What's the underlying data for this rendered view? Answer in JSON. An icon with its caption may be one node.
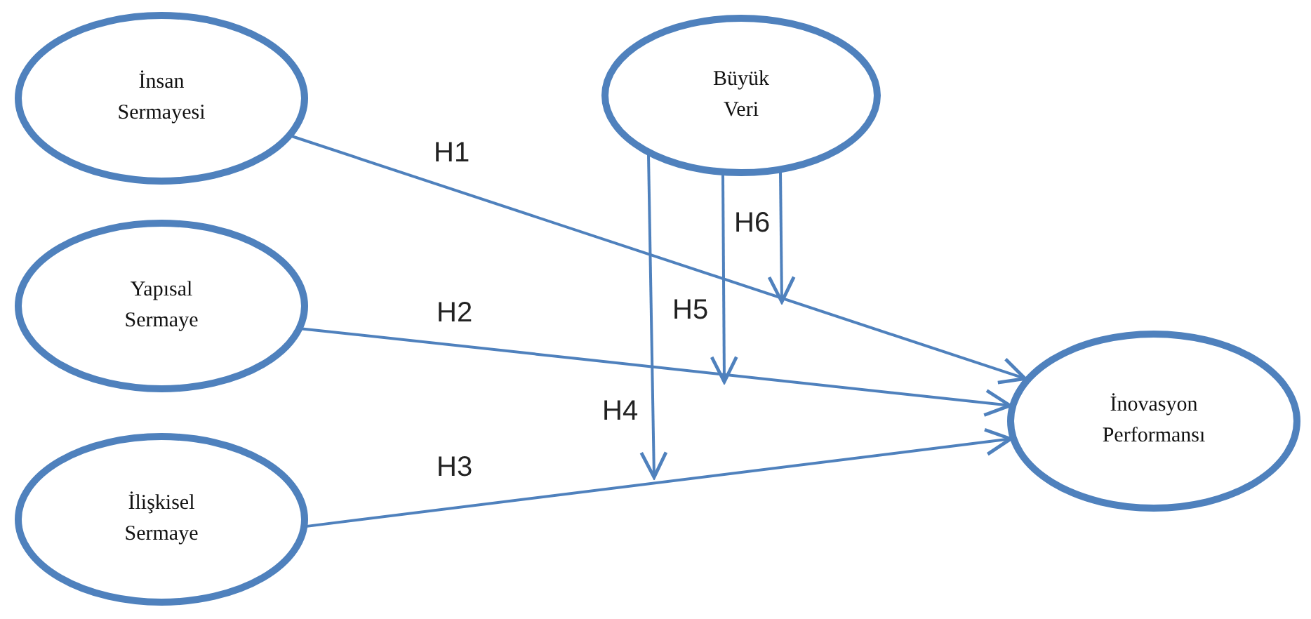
{
  "diagram": {
    "nodes": [
      {
        "text": [
          "İnsan Sermayesi"
        ]
      },
      {
        "text": [
          "Büyük Veri"
        ]
      },
      {
        "text": [
          "Yapısal Sermaye"
        ]
      },
      {
        "text": [
          "İlişkisel Sermaye"
        ]
      },
      {
        "text": [
          "İnovasyon Performansı"
        ]
      }
    ],
    "edges": [
      {
        "from": 0,
        "to": 4,
        "arrow": "to",
        "label": "H1"
      },
      {
        "from": 2,
        "to": 4,
        "arrow": "to",
        "label": "H2"
      },
      {
        "from": 3,
        "to": 4,
        "arrow": "to",
        "label": "H3"
      },
      {
        "from": 1,
        "to": null,
        "arrow": "to",
        "label": "H4"
      },
      {
        "from": 1,
        "to": null,
        "arrow": "to",
        "label": "H5"
      },
      {
        "from": 1,
        "to": null,
        "arrow": "to",
        "label": "H6"
      }
    ]
  }
}
